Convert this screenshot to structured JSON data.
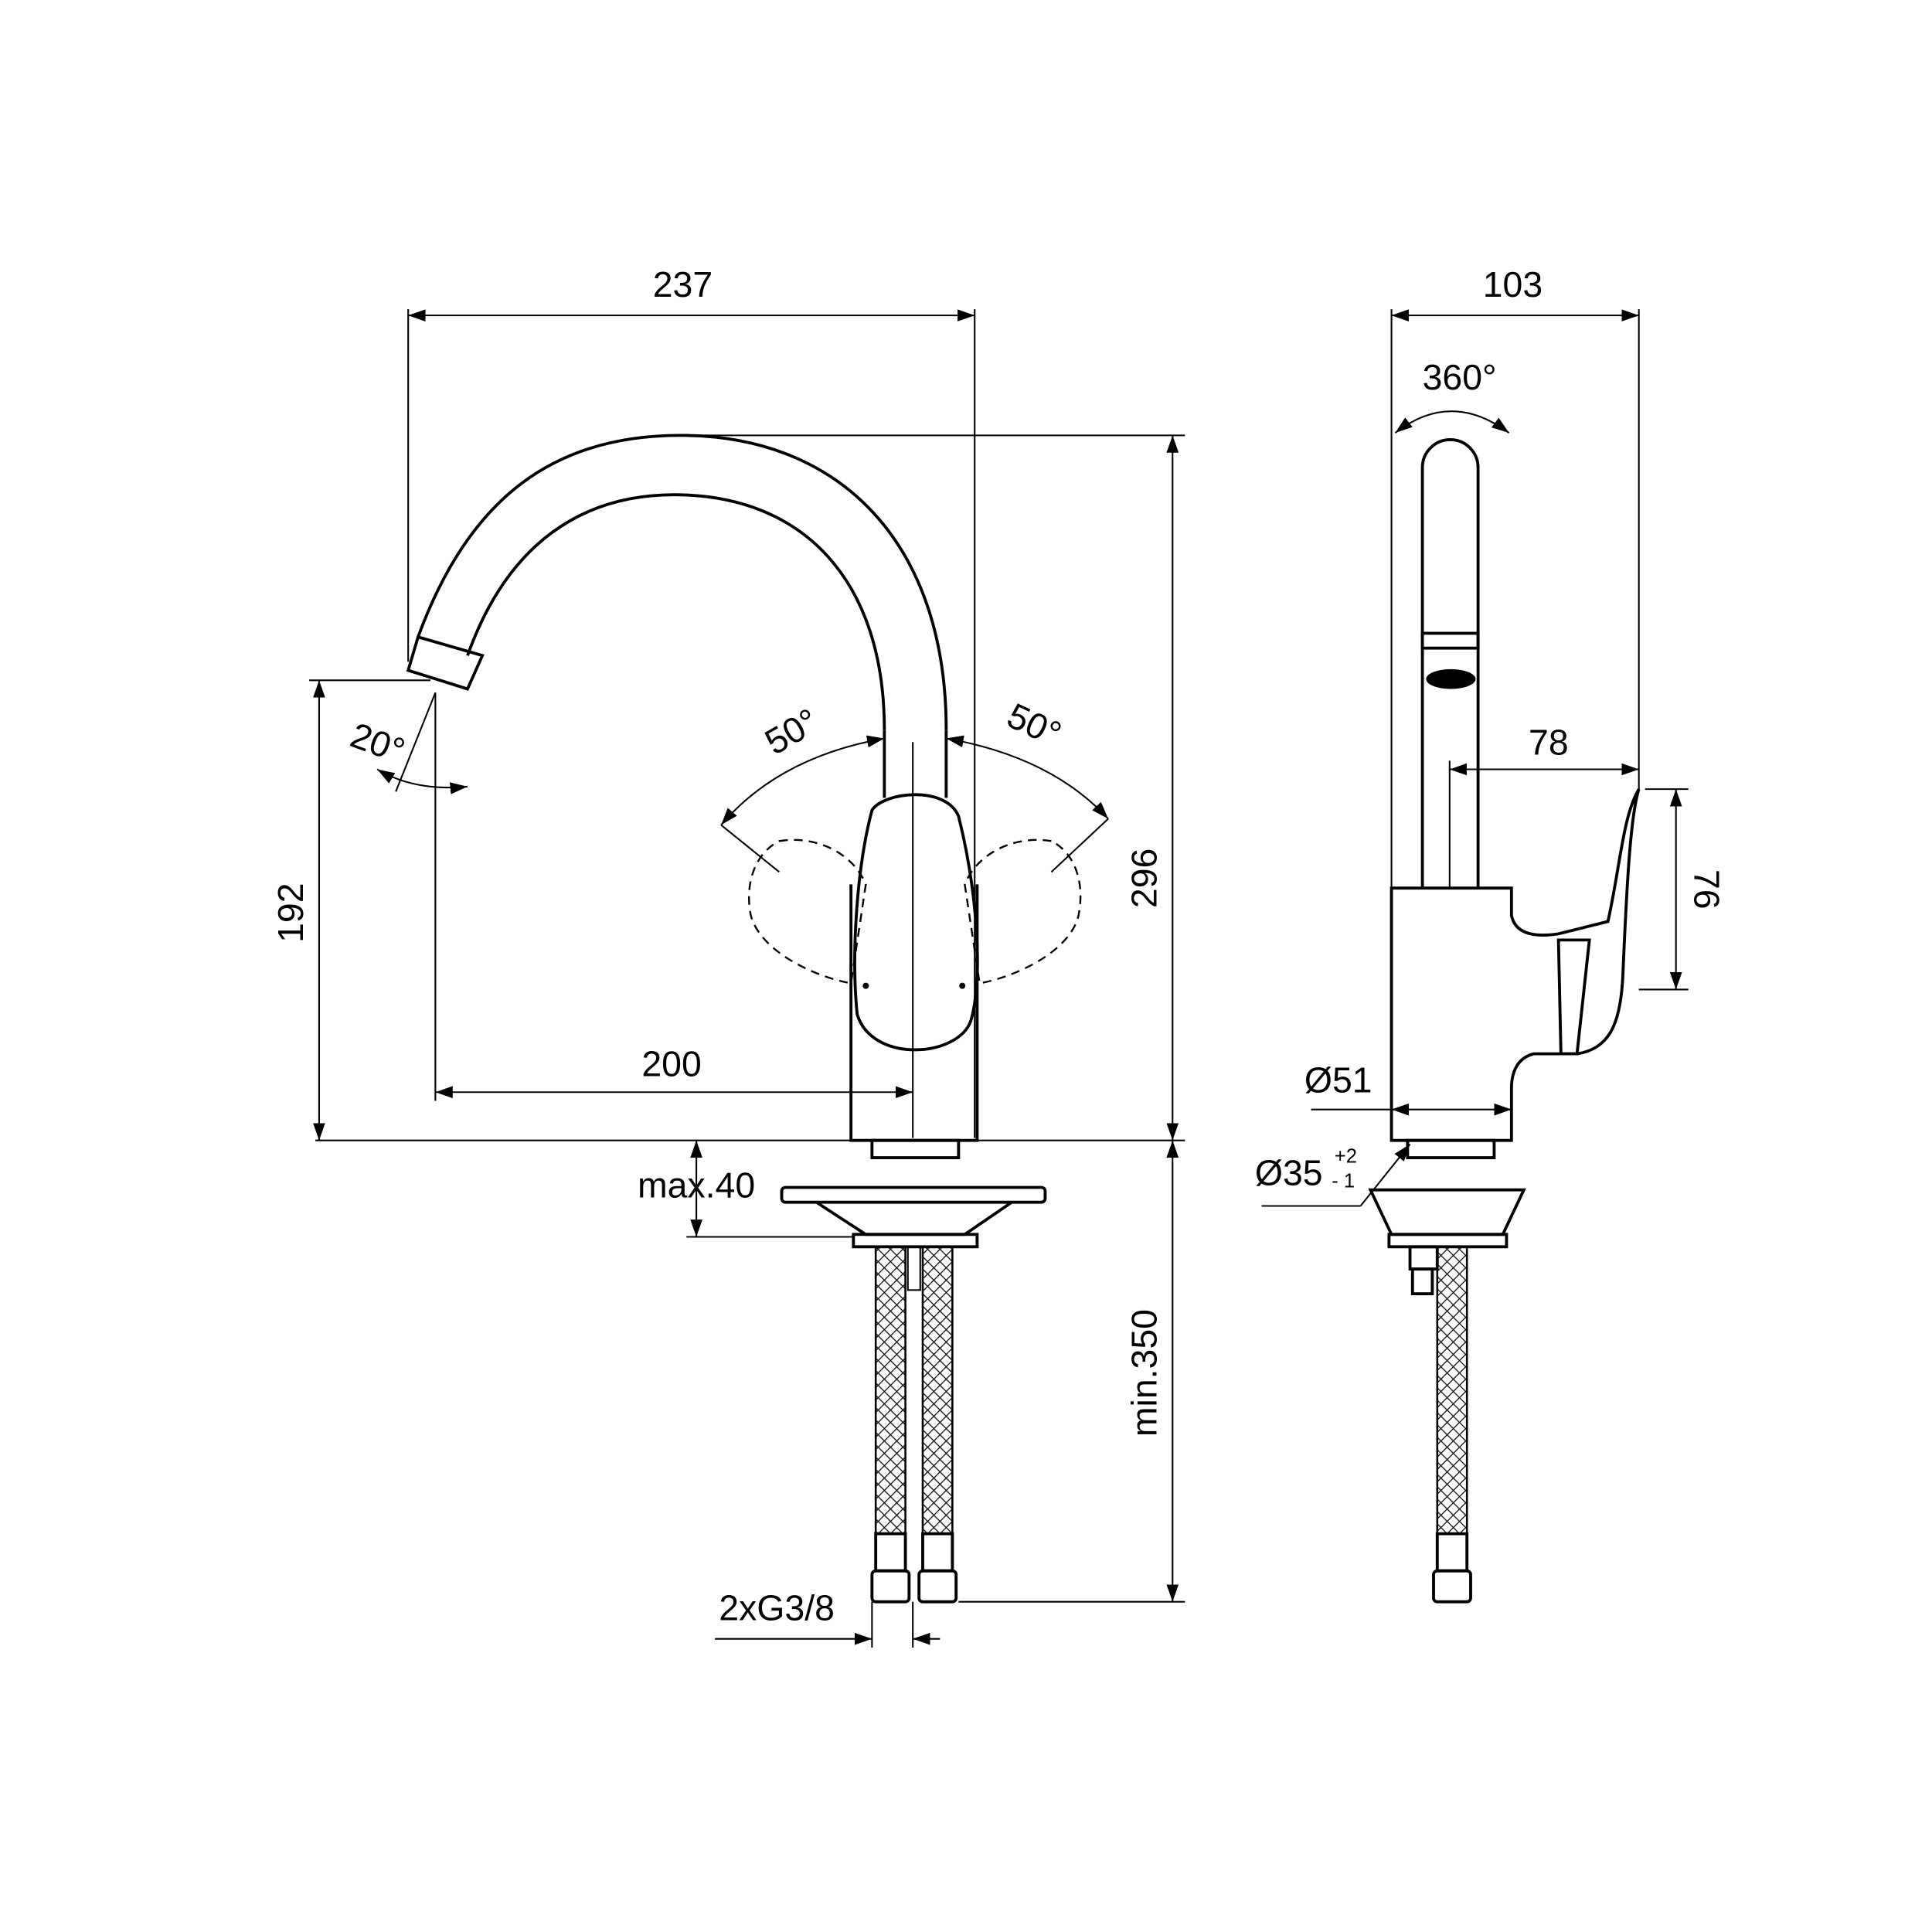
{
  "front_view": {
    "width_overall": "237",
    "height_overall": "296",
    "spout_height": "192",
    "spout_reach": "200",
    "lever_angle_left": "50°",
    "lever_angle_right": "50°",
    "spout_tilt": "20°",
    "max_thickness": "max.40",
    "hose_length": "min.350",
    "connections": "2xG3/8"
  },
  "side_view": {
    "depth_overall": "103",
    "swivel": "360°",
    "lever_reach": "78",
    "lever_height": "76",
    "body_diameter": "Ø51",
    "hole_diameter": "Ø35",
    "hole_tolerance_plus": "+2",
    "hole_tolerance_minus": "- 1"
  }
}
